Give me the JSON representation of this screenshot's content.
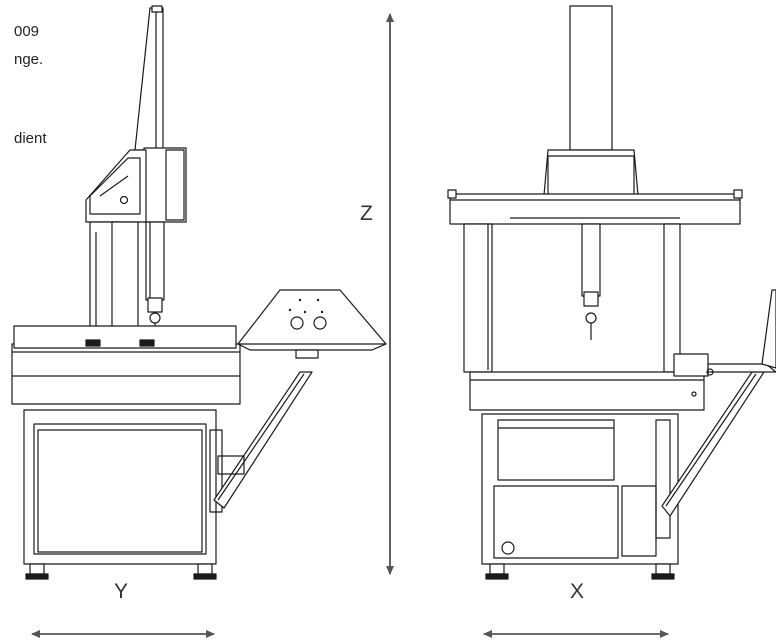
{
  "edge_text": {
    "line1": "009",
    "line2": "nge.",
    "line3": "dient"
  },
  "axes": {
    "z": "Z",
    "y": "Y",
    "x": "X"
  },
  "views": {
    "side": "side-view-coordinate-measuring-machine",
    "front": "front-view-coordinate-measuring-machine"
  },
  "colors": {
    "line": "#1a1a1a",
    "fill": "#ffffff",
    "arrow": "#555555"
  }
}
